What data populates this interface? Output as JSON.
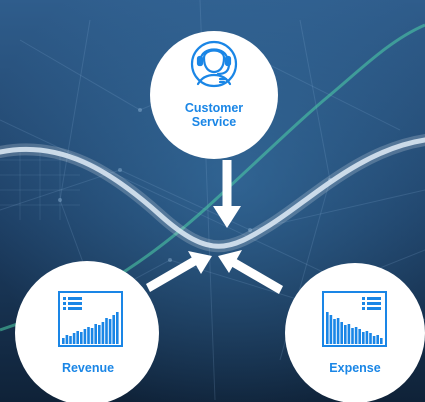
{
  "colors": {
    "background_top": "#2f5d8c",
    "background_bottom": "#0f2238",
    "node_fill": "#ffffff",
    "accent_blue": "#1a86e6",
    "wave_white": "#d8e8f6",
    "wave_green": "#4fd1a8",
    "arrow": "#ffffff"
  },
  "nodes": {
    "customer_service": {
      "label_line1": "Customer",
      "label_line2": "Service",
      "icon": "customer-service-headset-icon"
    },
    "revenue": {
      "label": "Revenue",
      "icon": "rising-bar-chart-icon"
    },
    "expense": {
      "label": "Expense",
      "icon": "falling-bar-chart-icon"
    }
  }
}
